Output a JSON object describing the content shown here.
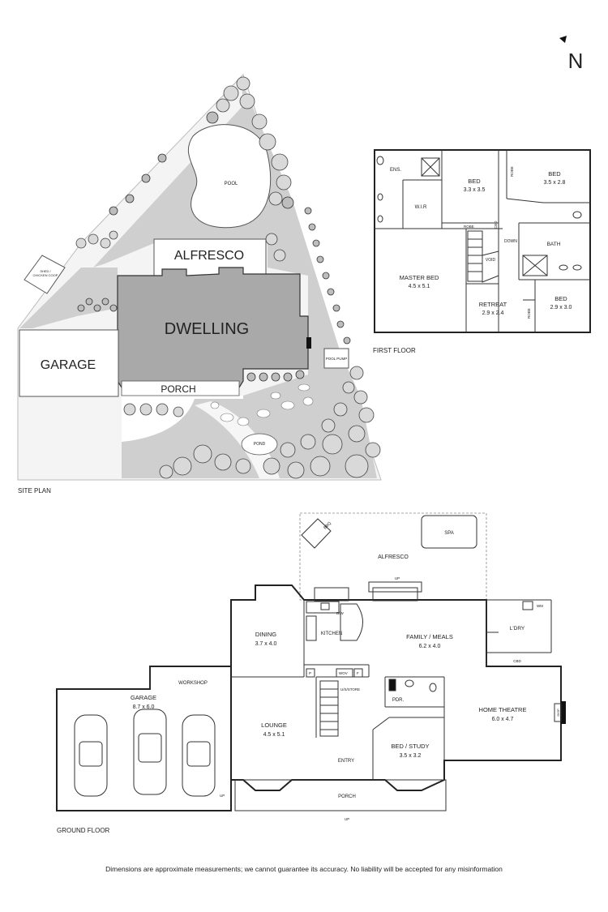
{
  "north": {
    "label": "N"
  },
  "site_plan": {
    "caption": "SITE PLAN",
    "labels": {
      "pool": "POOL",
      "alfresco": "ALFRESCO",
      "dwelling": "DWELLING",
      "garage": "GARAGE",
      "porch": "PORCH",
      "pond": "POND",
      "pool_pump": "POOL PUMP",
      "shed_1": "SHED /",
      "shed_2": "CHICKEN COOP"
    }
  },
  "first_floor": {
    "caption": "FIRST FLOOR",
    "rooms": {
      "ens": "ENS.",
      "wir": "W.I.R",
      "bed1_name": "BED",
      "bed1_dim": "3.3 x 3.5",
      "bed2_name": "BED",
      "bed2_dim": "3.5 x 2.8",
      "robe1": "ROBE",
      "robe2": "ROBE",
      "robe3": "ROBE",
      "cbd": "CBD",
      "down": "DOWN",
      "bath": "BATH",
      "void": "VOID",
      "master_name": "MASTER BED",
      "master_dim": "4.5 x 5.1",
      "retreat_name": "RETREAT",
      "retreat_dim": "2.9 x 2.4",
      "bed3_name": "BED",
      "bed3_dim": "2.9 x 3.0"
    }
  },
  "ground_floor": {
    "caption": "GROUND FLOOR",
    "rooms": {
      "bbq": "BBQ",
      "spa": "SPA",
      "alfresco": "ALFRESCO",
      "up1": "UP",
      "up2": "UP",
      "up3": "UP",
      "dining_name": "DINING",
      "dining_dim": "3.7 x 4.0",
      "dw": "D/W",
      "kitchen": "KITCHEN",
      "family_name": "FAMILY / MEALS",
      "family_dim": "6.2 x 4.0",
      "wm": "WM",
      "ldry": "L'DRY",
      "cbd": "CBD",
      "p": "P",
      "wov": "WOV",
      "f": "F",
      "usstore": "U/S/STORE",
      "pdr": "PDR.",
      "home_theatre_name": "HOME THEATRE",
      "home_theatre_dim": "6.0 x 4.7",
      "workshop": "WORKSHOP",
      "garage_name": "GARAGE",
      "garage_dim": "8.7 x 6.0",
      "lounge_name": "LOUNGE",
      "lounge_dim": "4.5 x 5.1",
      "bed_study_name": "BED / STUDY",
      "bed_study_dim": "3.5 x 3.2",
      "entry": "ENTRY",
      "porch": "PORCH",
      "disp": "DISP"
    }
  },
  "disclaimer": "Dimensions are approximate measurements; we cannot guarantee its accuracy. No liability will be accepted for any misinformation"
}
